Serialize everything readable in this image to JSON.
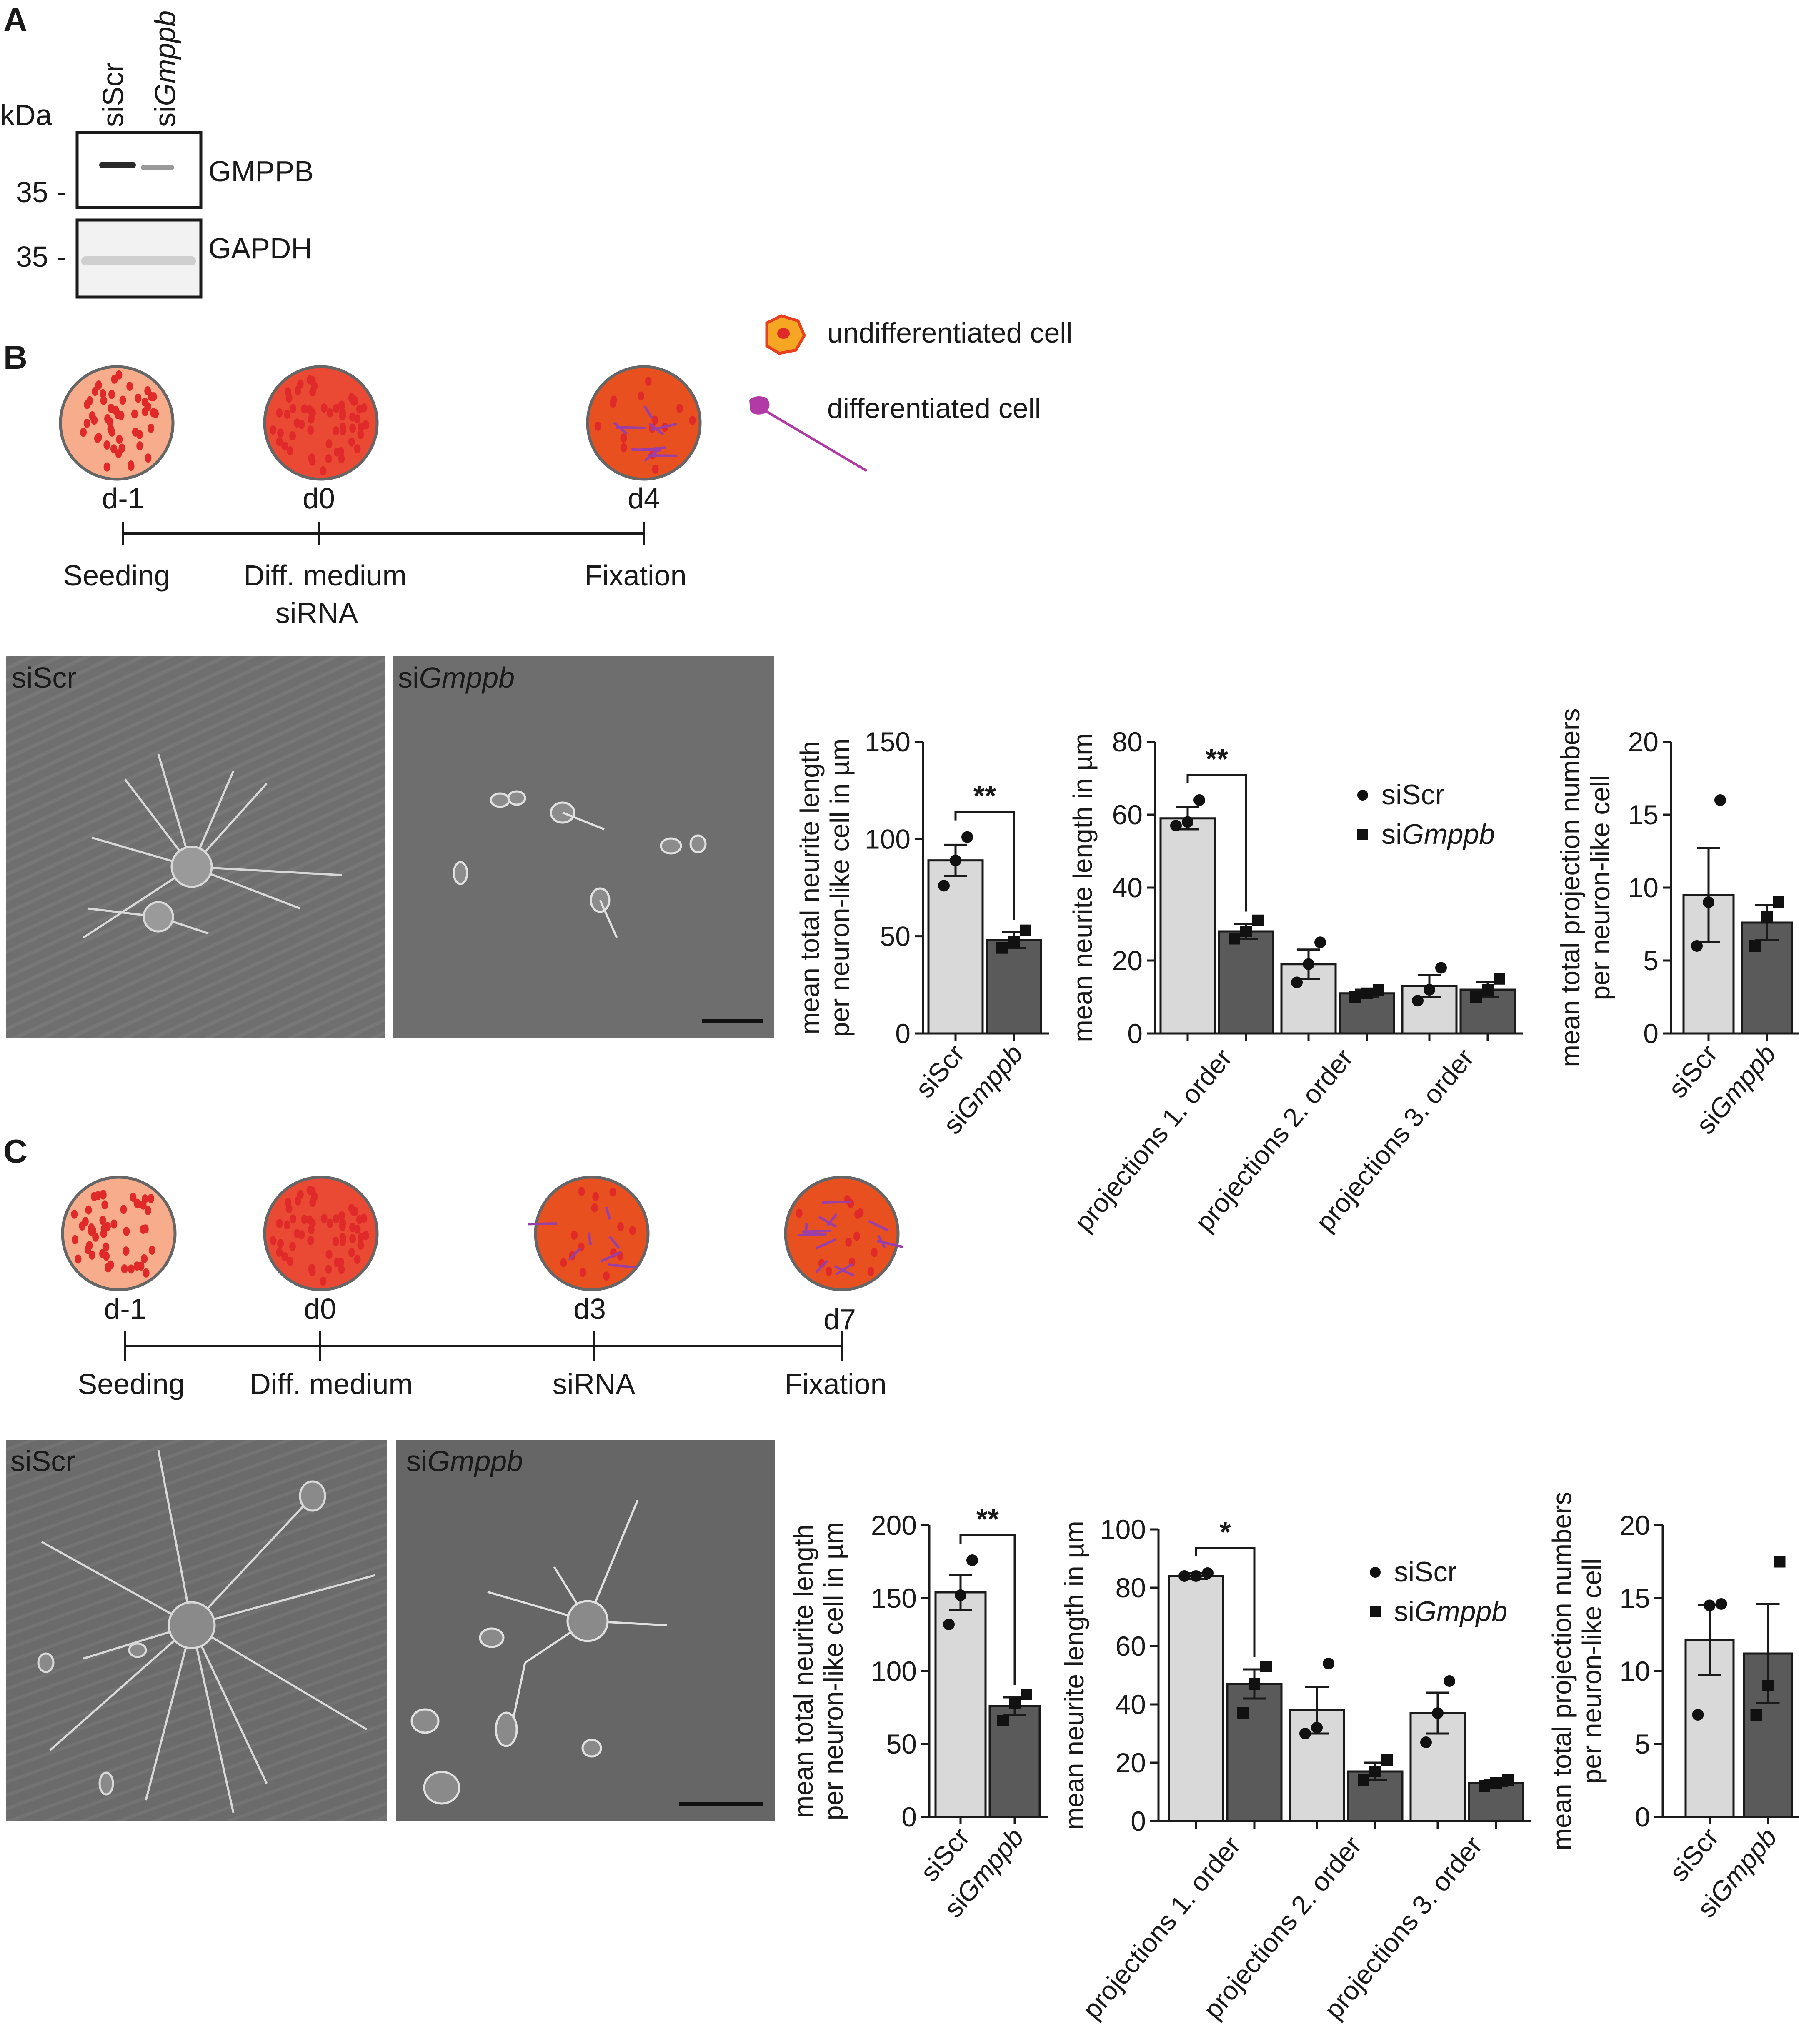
{
  "panel_letters": [
    "A",
    "B",
    "C"
  ],
  "panel_a": {
    "lane_labels": [
      "siScr",
      "siGmppb"
    ],
    "kda_label": "kDa",
    "marker_label": "35 -",
    "proteins": [
      "GMPPB",
      "GAPDH"
    ]
  },
  "legend_cells": {
    "undifferentiated": "undifferentiated cell",
    "differentiated": "differentiated cell"
  },
  "panel_b": {
    "timeline": {
      "days": [
        "d-1",
        "d0",
        "d4"
      ],
      "events": [
        "Seeding",
        "Diff. medium\nsiRNA",
        "Fixation"
      ]
    },
    "micrographs": [
      "siScr",
      "siGmppb"
    ]
  },
  "panel_c": {
    "timeline": {
      "days": [
        "d-1",
        "d0",
        "d3",
        "d7"
      ],
      "events": [
        "Seeding",
        "Diff. medium",
        "siRNA",
        "Fixation"
      ]
    },
    "micrographs": [
      "siScr",
      "siGmppb"
    ]
  },
  "colors": {
    "siScr_bar": "#d9d9d9",
    "siGmppb_bar": "#5a5a5a",
    "dish_undiff": "#f7ad8c",
    "dish_d0": "#ea4a33",
    "dish_diff": "#e8501f",
    "cell_dot": "#e02a2a",
    "neurite": "#9a3fa7"
  },
  "chart_data": [
    {
      "id": "b-total",
      "type": "bar",
      "ylabel": "mean total neurite length\nper neuron-like cell  in µm",
      "ylim": [
        0,
        150
      ],
      "yticks": [
        0,
        50,
        100,
        150
      ],
      "categories": [
        "siScr",
        "siGmppb"
      ],
      "values": [
        89,
        48
      ],
      "errors": [
        8,
        4
      ],
      "points": [
        [
          76,
          89,
          101
        ],
        [
          44,
          47,
          53
        ]
      ],
      "significance": [
        {
          "label": "**",
          "between": [
            0,
            1
          ]
        }
      ]
    },
    {
      "id": "b-order",
      "type": "bar",
      "ylabel": "mean neurite length in µm",
      "ylim": [
        0,
        80
      ],
      "yticks": [
        0,
        20,
        40,
        60,
        80
      ],
      "categories": [
        "projections 1. order",
        "projections 2. order",
        "projections 3. order"
      ],
      "series": [
        {
          "name": "siScr",
          "values": [
            59,
            19,
            13
          ],
          "errors": [
            3,
            4,
            3
          ],
          "points": [
            [
              57,
              58,
              64
            ],
            [
              14,
              19,
              25
            ],
            [
              9,
              12,
              18
            ]
          ]
        },
        {
          "name": "siGmppb",
          "values": [
            28,
            11,
            12
          ],
          "errors": [
            2,
            1,
            2
          ],
          "points": [
            [
              26,
              28,
              31
            ],
            [
              10,
              11,
              12
            ],
            [
              10,
              12,
              15
            ]
          ]
        }
      ],
      "significance": [
        {
          "label": "**",
          "category": 0
        }
      ]
    },
    {
      "id": "b-number",
      "type": "bar",
      "ylabel": "mean total projection numbers\nper neuron-like cell",
      "ylim": [
        0,
        20
      ],
      "yticks": [
        0,
        5,
        10,
        15,
        20
      ],
      "categories": [
        "siScr",
        "siGmppb"
      ],
      "values": [
        9.5,
        7.6
      ],
      "errors": [
        3.2,
        1.2
      ],
      "points": [
        [
          6,
          9,
          16
        ],
        [
          6,
          8,
          9
        ]
      ]
    },
    {
      "id": "c-total",
      "type": "bar",
      "ylabel": "mean total neurite length\nper neuron-like cell  in µm",
      "ylim": [
        0,
        200
      ],
      "yticks": [
        0,
        50,
        100,
        150,
        200
      ],
      "categories": [
        "siScr",
        "siGmppb"
      ],
      "values": [
        154,
        76
      ],
      "errors": [
        12,
        6
      ],
      "points": [
        [
          132,
          152,
          176
        ],
        [
          66,
          78,
          84
        ]
      ],
      "significance": [
        {
          "label": "**",
          "between": [
            0,
            1
          ]
        }
      ]
    },
    {
      "id": "c-order",
      "type": "bar",
      "ylabel": "mean neurite length in µm",
      "ylim": [
        0,
        100
      ],
      "yticks": [
        0,
        20,
        40,
        60,
        80,
        100
      ],
      "categories": [
        "projections 1. order",
        "projections 2. order",
        "projections 3. order"
      ],
      "series": [
        {
          "name": "siScr",
          "values": [
            84,
            38,
            37
          ],
          "errors": [
            1,
            8,
            7
          ],
          "points": [
            [
              84,
              84,
              85
            ],
            [
              30,
              32,
              54
            ],
            [
              27,
              37,
              48
            ]
          ]
        },
        {
          "name": "siGmppb",
          "values": [
            47,
            17,
            13
          ],
          "errors": [
            5,
            3,
            1
          ],
          "points": [
            [
              37,
              47,
              53
            ],
            [
              14,
              17,
              21
            ],
            [
              12,
              13,
              14
            ]
          ]
        }
      ],
      "significance": [
        {
          "label": "*",
          "category": 0
        }
      ]
    },
    {
      "id": "c-number",
      "type": "bar",
      "ylabel": "mean total projection numbers\nper neuron-like cell",
      "ylim": [
        0,
        20
      ],
      "yticks": [
        0,
        5,
        10,
        15,
        20
      ],
      "categories": [
        "siScr",
        "siGmppb"
      ],
      "values": [
        12.1,
        11.2
      ],
      "errors": [
        2.4,
        3.4
      ],
      "points": [
        [
          7,
          14.5,
          14.6
        ],
        [
          7,
          9,
          17.5
        ]
      ]
    }
  ]
}
